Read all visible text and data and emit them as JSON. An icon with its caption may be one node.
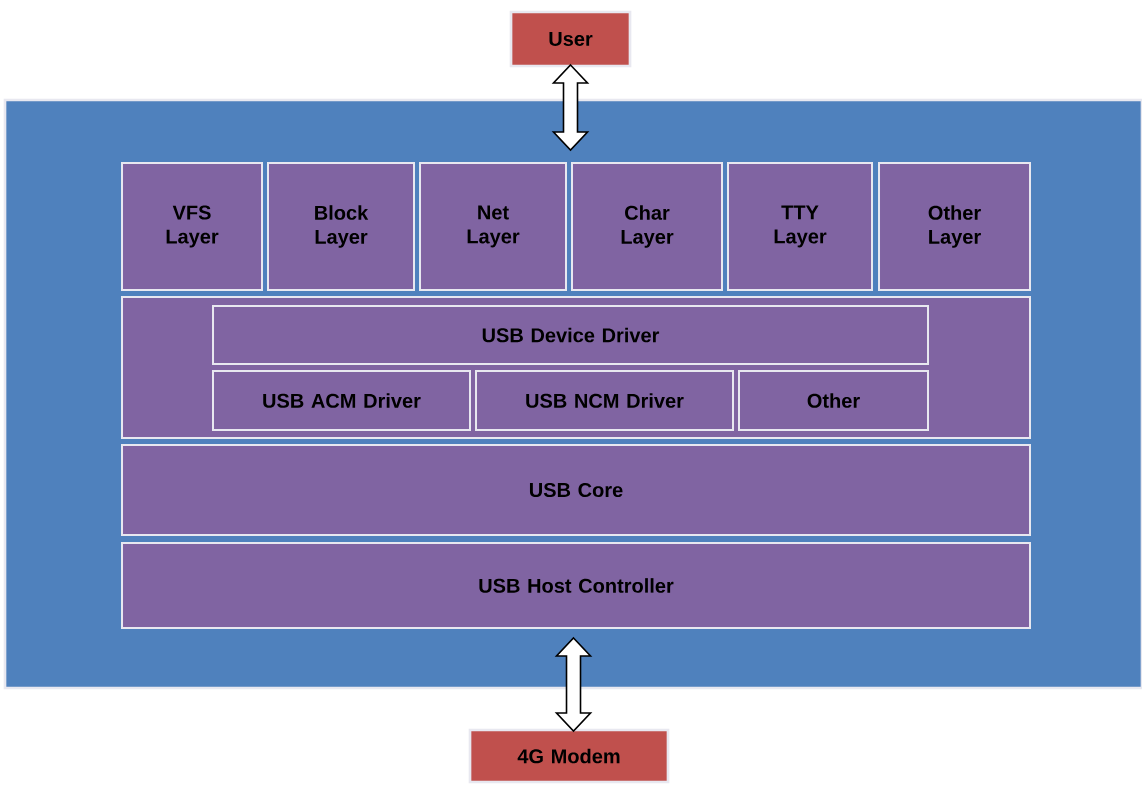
{
  "diagram": {
    "nodes": [
      {
        "text": [
          "User"
        ]
      },
      {
        "text": [],
        "shape": "box"
      },
      {
        "text": [
          "VFS Layer"
        ],
        "in": 1
      },
      {
        "text": [
          "Block Layer"
        ],
        "in": 1
      },
      {
        "text": [
          "Net Layer"
        ],
        "in": 1
      },
      {
        "text": [
          "Char Layer"
        ],
        "in": 1
      },
      {
        "text": [
          "TTY Layer"
        ],
        "in": 1
      },
      {
        "text": [
          "Other Layer"
        ],
        "in": 1
      },
      {
        "text": [],
        "shape": "box",
        "in": 1
      },
      {
        "text": [
          "USB Device Driver"
        ],
        "in": 8
      },
      {
        "text": [
          "USB ACM Driver"
        ],
        "in": 8
      },
      {
        "text": [
          "USB NCM Driver"
        ],
        "in": 8
      },
      {
        "text": [
          "Other"
        ],
        "in": 8
      },
      {
        "text": [
          "USB Core"
        ],
        "in": 1
      },
      {
        "text": [
          "USB Host Controller"
        ],
        "in": 1
      },
      {
        "text": [
          "4G Modem"
        ]
      }
    ],
    "edges": [
      {
        "from": 0,
        "to": 1,
        "arrow": "both"
      },
      {
        "from": 1,
        "to": 15,
        "arrow": "both"
      }
    ]
  }
}
